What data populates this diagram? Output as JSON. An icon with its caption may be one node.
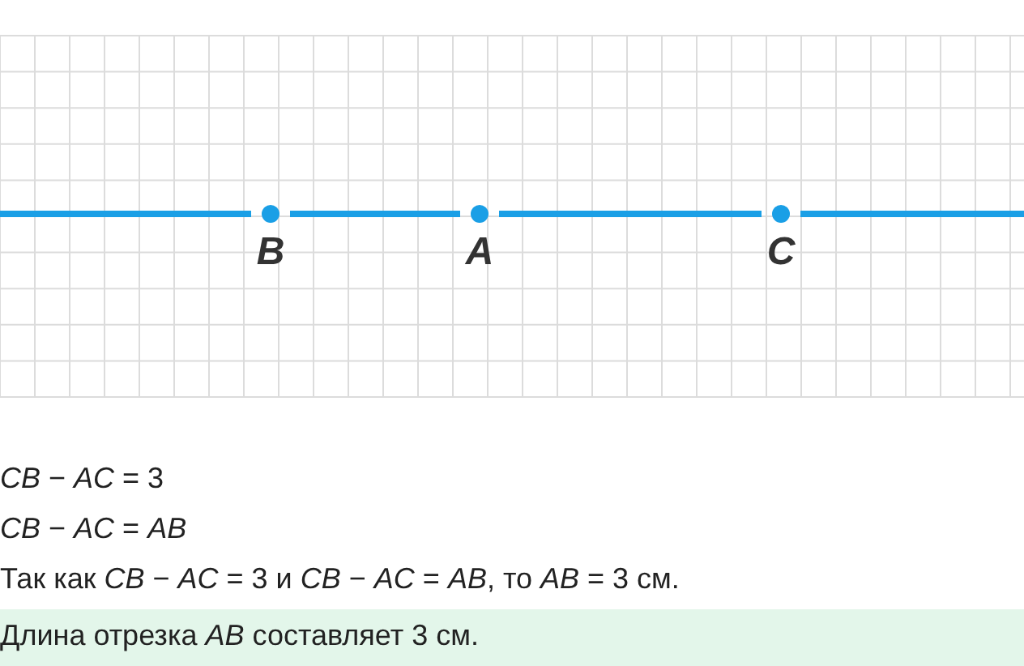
{
  "diagram": {
    "nodes": [
      {
        "text": [
          "B"
        ]
      },
      {
        "text": [
          "A"
        ]
      },
      {
        "text": [
          "C"
        ]
      },
      {
        "text": [
          "Длина отрезка *AB* составляет 3 см."
        ]
      }
    ],
    "edges": [
      {
        "from": null,
        "to": 0,
        "arrow": "none"
      },
      {
        "from": 0,
        "to": 1,
        "arrow": "none"
      },
      {
        "from": 1,
        "to": 2,
        "arrow": "none"
      },
      {
        "from": 2,
        "to": null,
        "arrow": "none"
      }
    ],
    "labels": [
      "*CB* − *AC* = 3",
      "*CB* − *AC* = *AB*",
      "Так как *CB* − *AC* = 3 и *CB* − *AC* = *AB*, то *AB* = 3 см."
    ]
  }
}
